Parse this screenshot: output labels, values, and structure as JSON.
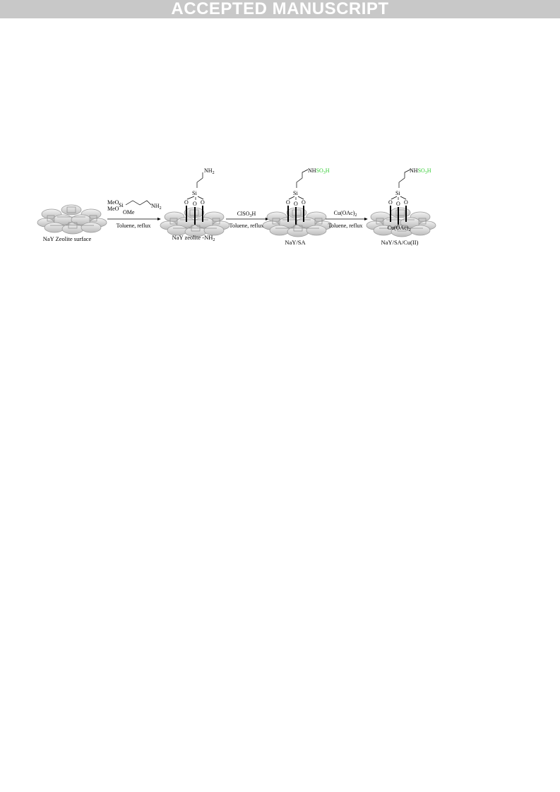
{
  "banner": "ACCEPTED MANUSCRIPT",
  "colors": {
    "green": "#33cc33",
    "red": "#e02020",
    "banner_bg": "#c8c8c8"
  },
  "scheme": {
    "stage1": {
      "label": "NaY Zeolite surface"
    },
    "reagent1": {
      "meo_a": "MeO",
      "meo_b": "MeO",
      "ome": "OMe",
      "si": "Si",
      "nh2": "NH",
      "nh2_sub": "2"
    },
    "arrow1": {
      "conditions": "Toluene, reflux"
    },
    "stage2": {
      "label": "NaY zeolite -NH",
      "label_sub": "2",
      "top": "NH",
      "top_sub": "2",
      "si": "Si",
      "o": "O"
    },
    "arrow2": {
      "reagent": "ClSO",
      "reagent_sub": "3",
      "reagent_end": "H",
      "conditions": "Toluene, reflux"
    },
    "stage3": {
      "label": "NaY/SA",
      "top_nh": "NH",
      "top_so": "SO",
      "top_so_sub": "3",
      "top_h": "H",
      "si": "Si",
      "o": "O"
    },
    "arrow3": {
      "reagent": "Cu(OAc)",
      "reagent_sub": "2",
      "conditions": "Toluene, reflux"
    },
    "stage4": {
      "label": "NaY/SA/Cu(II)",
      "top_nh": "NH",
      "top_so": "SO",
      "top_so_sub": "3",
      "top_h": "H",
      "si": "Si",
      "o": "O",
      "cu": "Cu(OAc)",
      "cu_sub": "2"
    }
  }
}
